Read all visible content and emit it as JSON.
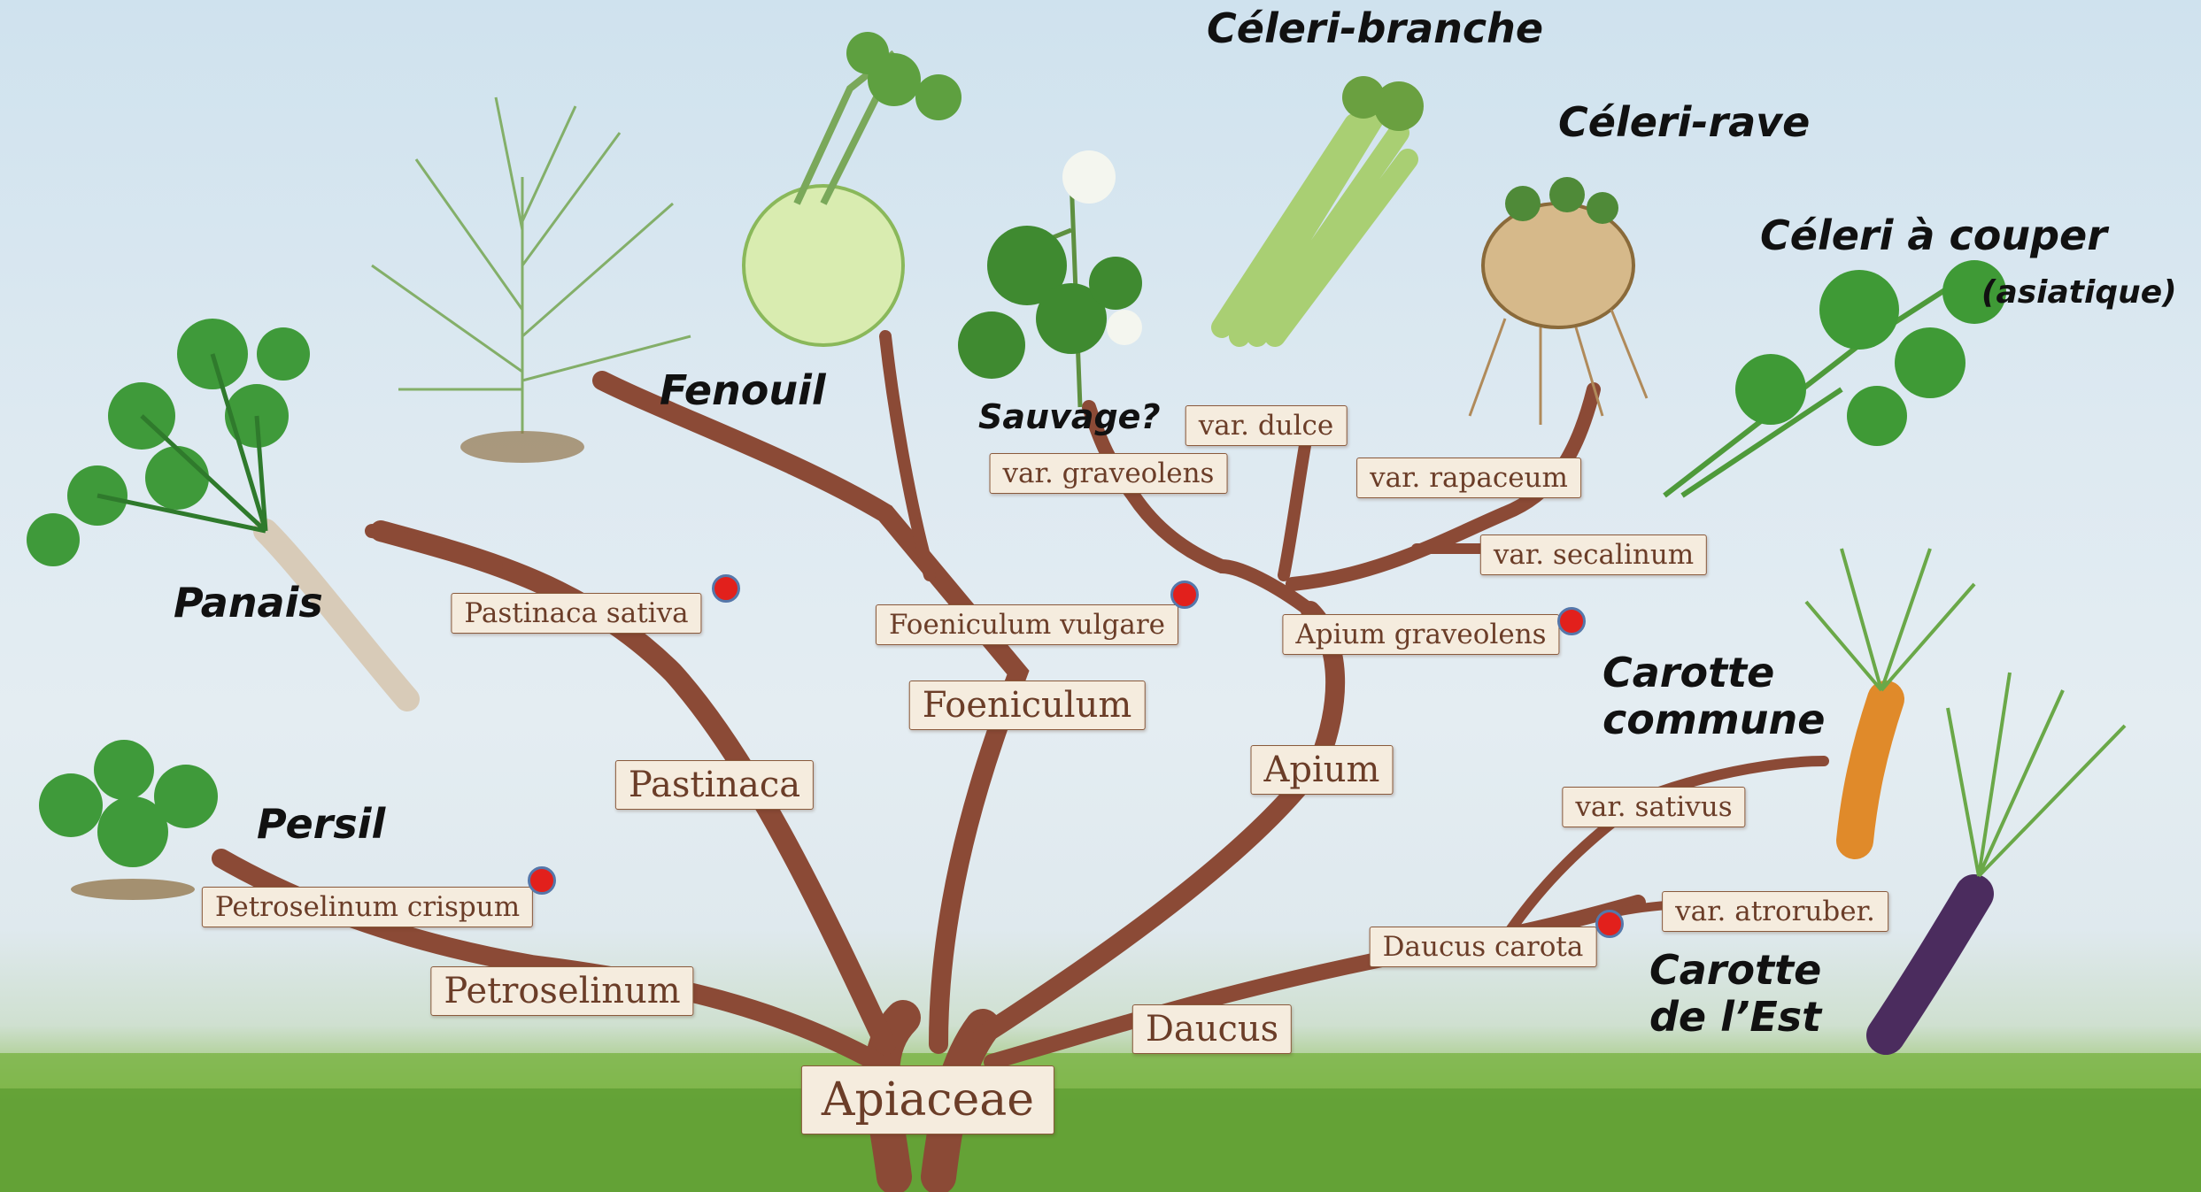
{
  "root": {
    "label": "Apiaceae"
  },
  "genera": {
    "pastinaca": "Pastinaca",
    "foeniculum": "Foeniculum",
    "apium": "Apium",
    "petroselinum": "Petroselinum",
    "daucus": "Daucus"
  },
  "species": {
    "pastinaca_sativa": "Pastinaca sativa",
    "foeniculum_vulgare": "Foeniculum vulgare",
    "apium_graveolens": "Apium graveolens",
    "petroselinum_crispum": "Petroselinum crispum",
    "daucus_carota": "Daucus carota"
  },
  "varieties": {
    "graveolens": "var. graveolens",
    "dulce": "var. dulce",
    "rapaceum": "var. rapaceum",
    "secalinum": "var. secalinum",
    "sativus": "var. sativus",
    "atroruber": "var. atroruber."
  },
  "common_names": {
    "celeri_branche": "Céleri-branche",
    "celeri_rave": "Céleri-rave",
    "celeri_couper": "Céleri à couper",
    "celeri_couper_note": "(asiatique)",
    "fenouil": "Fenouil",
    "sauvage": "Sauvage?",
    "panais": "Panais",
    "persil": "Persil",
    "carotte_commune_1": "Carotte",
    "carotte_commune_2": "commune",
    "carotte_est_1": "Carotte",
    "carotte_est_2": "de l’Est"
  },
  "colors": {
    "branch": "#8b4a36",
    "marker": "#e2201c",
    "ribbon": "#f5ecde",
    "grass": "#6fae3c"
  }
}
